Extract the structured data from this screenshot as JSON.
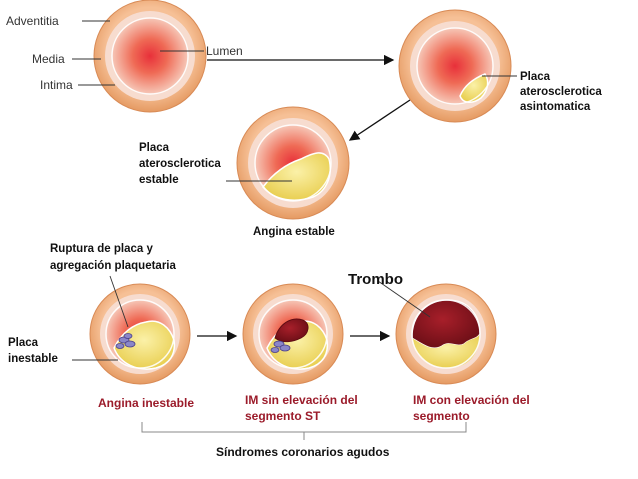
{
  "labels": {
    "adventitia": "Adventitia",
    "media": "Media",
    "intima": "Intima",
    "lumen": "Lumen",
    "placa_asintomatica": [
      "Placa",
      "aterosclerotica",
      "asintomatica"
    ],
    "placa_estable": [
      "Placa",
      "aterosclerotica",
      "estable"
    ],
    "angina_estable": "Angina estable",
    "ruptura": [
      "Ruptura de placa y",
      "agregación plaquetaria"
    ],
    "trombo": "Trombo",
    "placa_inestable": [
      "Placa",
      "inestable"
    ],
    "angina_inestable": "Angina inestable",
    "im_sin_st": [
      "IM sin elevación del",
      "segmento ST"
    ],
    "im_con_st": [
      "IM con elevación del",
      "segmento"
    ],
    "sindromes": "Síndromes coronarios agudos"
  },
  "colors": {
    "adventitia": "#f2b07a",
    "media_ring": "#f7dccf",
    "lumen_core": "#e8303a",
    "plaque": "#f4e27a",
    "thrombus": "#8a1620",
    "label_red": "#9b1b2a"
  }
}
